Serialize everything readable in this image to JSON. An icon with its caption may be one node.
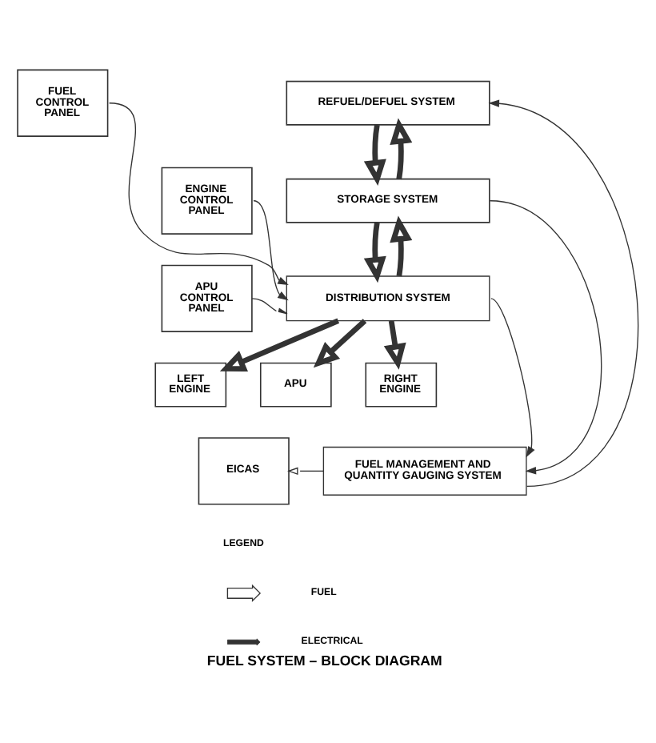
{
  "diagram": {
    "title": "FUEL SYSTEM – BLOCK DIAGRAM",
    "nodes": [
      {
        "text": [
          "FUEL CONTROL PANEL"
        ]
      },
      {
        "text": [
          "REFUEL/DEFUEL SYSTEM"
        ]
      },
      {
        "text": [
          "ENGINE CONTROL PANEL"
        ]
      },
      {
        "text": [
          "STORAGE SYSTEM"
        ]
      },
      {
        "text": [
          "APU CONTROL PANEL"
        ]
      },
      {
        "text": [
          "DISTRIBUTION SYSTEM"
        ]
      },
      {
        "text": [
          "LEFT ENGINE"
        ]
      },
      {
        "text": [
          "APU"
        ]
      },
      {
        "text": [
          "RIGHT ENGINE"
        ]
      },
      {
        "text": [
          "EICAS"
        ]
      },
      {
        "text": [
          "FUEL MANAGEMENT AND QUANTITY GAUGING SYSTEM"
        ]
      }
    ],
    "edges": [
      {
        "from": 1,
        "to": 3,
        "arrow": "to",
        "style": "thick"
      },
      {
        "from": 3,
        "to": 1,
        "arrow": "to",
        "style": "thick"
      },
      {
        "from": 3,
        "to": 5,
        "arrow": "to",
        "style": "thick"
      },
      {
        "from": 5,
        "to": 3,
        "arrow": "to",
        "style": "thick"
      },
      {
        "from": 5,
        "to": 6,
        "arrow": "to",
        "style": "thick"
      },
      {
        "from": 5,
        "to": 7,
        "arrow": "to",
        "style": "thick"
      },
      {
        "from": 5,
        "to": 8,
        "arrow": "to",
        "style": "thick"
      },
      {
        "from": 0,
        "to": 5,
        "arrow": "to"
      },
      {
        "from": 2,
        "to": 5,
        "arrow": "to"
      },
      {
        "from": 4,
        "to": 5,
        "arrow": "to"
      },
      {
        "from": 3,
        "to": 10,
        "arrow": "to"
      },
      {
        "from": 5,
        "to": 10,
        "arrow": "to"
      },
      {
        "from": 10,
        "to": 1,
        "arrow": "to"
      },
      {
        "from": 10,
        "to": 9,
        "arrow": "to"
      }
    ],
    "labels": [
      "LEGEND"
    ],
    "legend": [
      {
        "text": "FUEL"
      },
      {
        "text": "ELECTRICAL"
      }
    ]
  }
}
